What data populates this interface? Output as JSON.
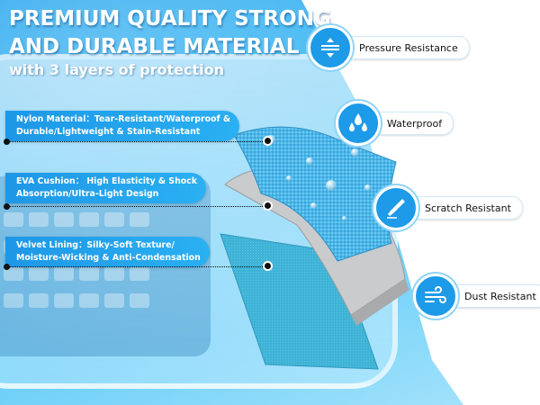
{
  "headline": {
    "line1": "PREMIUM QUALITY STRONG",
    "line2": "AND DURABLE MATERIAL",
    "subline": "with 3 layers of protection"
  },
  "layers": [
    {
      "line1": "Nylon Material：Tear-Resistant/Waterproof &",
      "line2": "Durable/Lightweight & Stain-Resistant"
    },
    {
      "line1": "EVA Cushion： High Elasticity & Shock",
      "line2": "Absorption/Ultra-Light Design"
    },
    {
      "line1": "Velvet Lining：Silky-Soft Texture/",
      "line2": "Moisture-Wicking & Anti-Condensation"
    }
  ],
  "features": [
    {
      "label": "Pressure Resistance",
      "icon": "pressure-icon"
    },
    {
      "label": "Waterproof",
      "icon": "water-drops-icon"
    },
    {
      "label": "Scratch Resistant",
      "icon": "scratch-blade-icon"
    },
    {
      "label": "Dust Resistant",
      "icon": "wind-dust-icon"
    }
  ],
  "colors": {
    "accent": "#1d9ae8",
    "background": "#49c0f5",
    "panel": "#ffffff"
  }
}
